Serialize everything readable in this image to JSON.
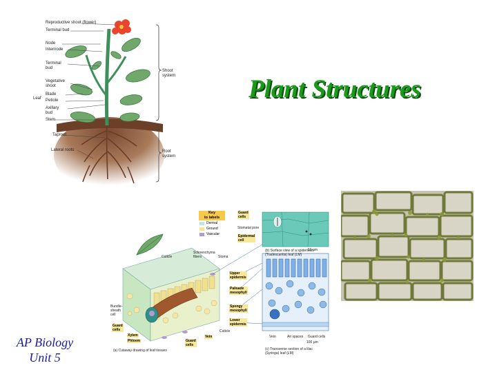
{
  "slide": {
    "title": "Plant Structures",
    "footer_line1": "AP Biology",
    "footer_line2": "Unit 5"
  },
  "plant_diagram": {
    "labels": {
      "reproductive_shoot": "Reproductive shoot (flower)",
      "terminal_bud_top": "Terminal bud",
      "node": "Node",
      "internode": "Internode",
      "terminal_bud": "Terminal\nbud",
      "vegetative_shoot": "Vegetative\nshoot",
      "leaf": "Leaf",
      "blade": "Blade",
      "petiole": "Petiole",
      "axillary_bud": "Axillary\nbud",
      "stem": "Stem",
      "taproot": "Taproot",
      "lateral_roots": "Lateral roots",
      "shoot_system": "Shoot\nsystem",
      "root_system": "Root\nsystem"
    }
  },
  "leaf_diagram": {
    "key": {
      "title": "Key\nto labels",
      "items": [
        {
          "label": "Dermal",
          "color": "#bfe3e6"
        },
        {
          "label": "Ground",
          "color": "#f6e58d"
        },
        {
          "label": "Vascular",
          "color": "#b49ad0"
        }
      ]
    },
    "callouts": {
      "guard_cells_top": "Guard\ncells",
      "stomatal_pore": "Stomatal pore",
      "epidermal_cell": "Epidermal\ncell",
      "scale_top": "50 µm",
      "surface_caption": "(b) Surface view of a spiderwort\n(Tradescantia) leaf (LM)",
      "cuticle_top": "Cuticle",
      "sclerenchyma": "Sclerenchyma\nfibers",
      "stoma": "Stoma",
      "upper_epidermis": "Upper\nepidermis",
      "palisade": "Palisade\nmesophyll",
      "spongy": "Spongy\nmesophyll",
      "lower_epidermis": "Lower\nepidermis",
      "cuticle_bottom": "Cuticle",
      "bundle_sheath": "Bundle-\nsheath\ncell",
      "guard_cells_left": "Guard\ncells",
      "xylem": "Xylem",
      "phloem": "Phloem",
      "vein": "Vein",
      "guard_cells_bottom": "Guard\ncells",
      "vein_b": "Vein",
      "air_spaces": "Air spaces",
      "guard_cells_c": "Guard cells",
      "scale_bottom": "100 µm",
      "cutaway_caption": "(a) Cutaway drawing of leaf tissues",
      "transverse_caption": "(c) Transverse section of a lilac\n(Syringa) leaf (LM)"
    }
  },
  "colors": {
    "title_green": "#1a9a1a",
    "footer_blue": "#1a1aa8",
    "soil_brown": "#8a5a3c",
    "stem_green": "#3f8f5a",
    "flower_red": "#e8452c"
  }
}
